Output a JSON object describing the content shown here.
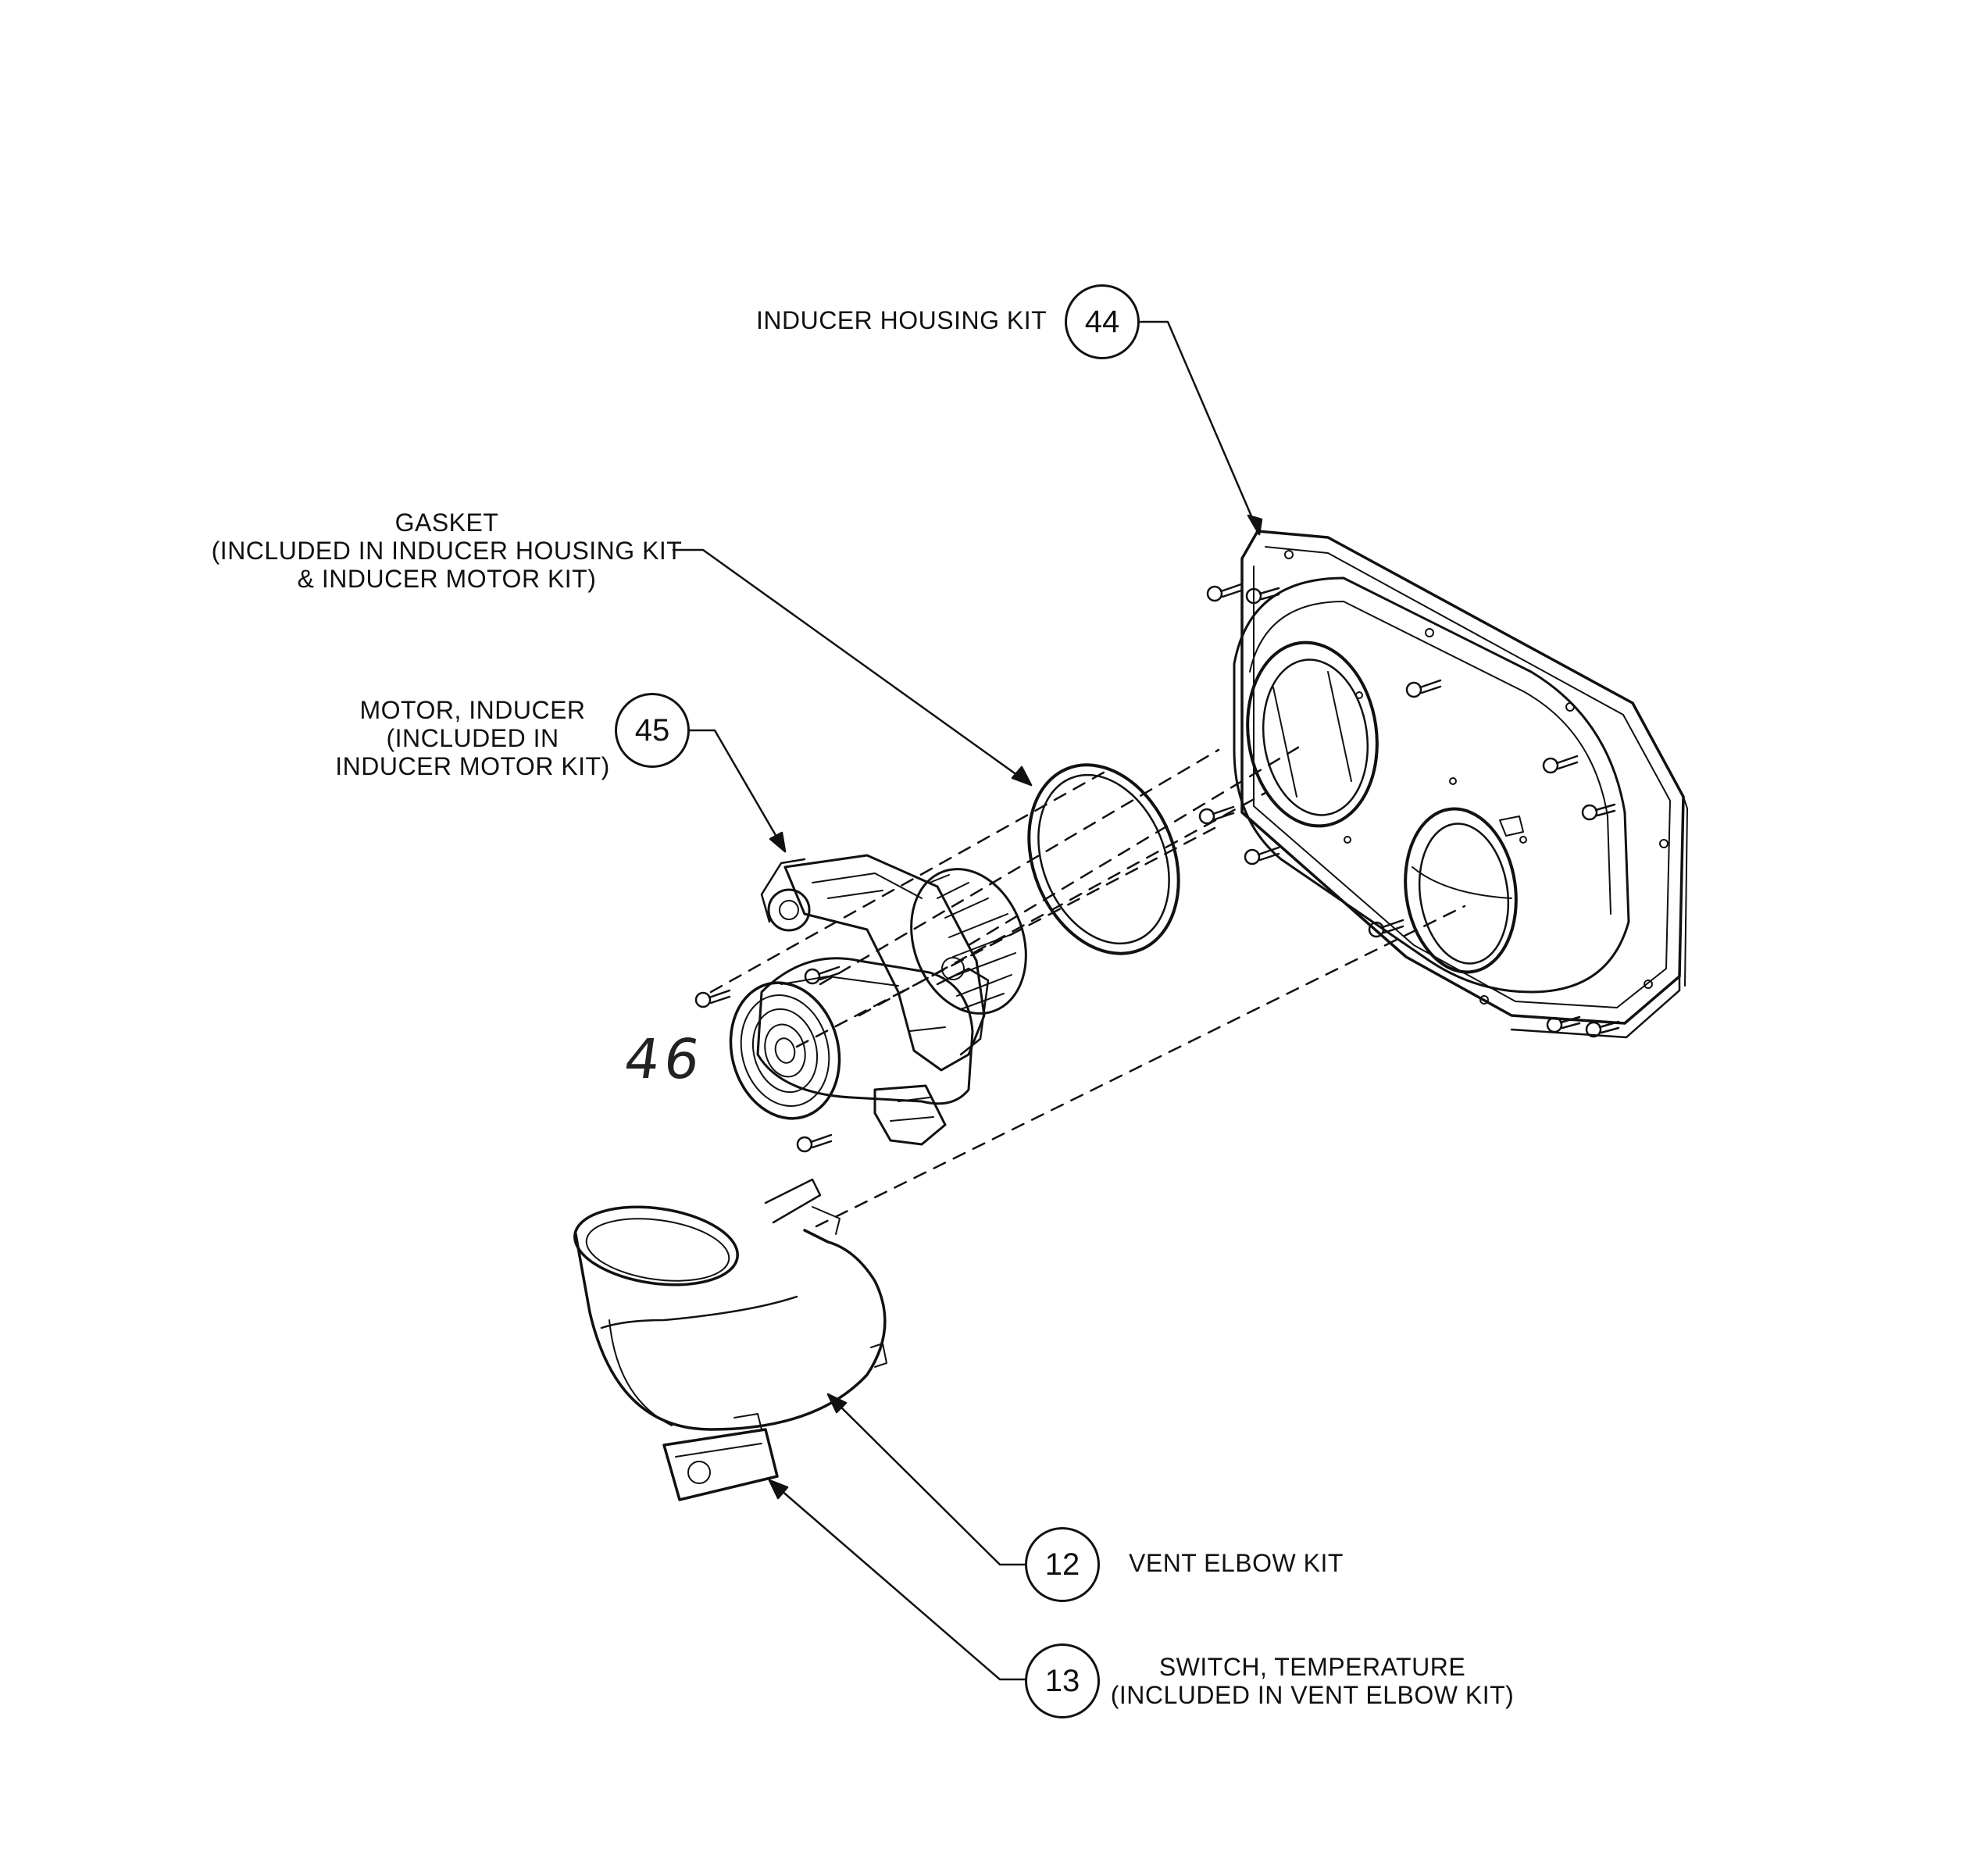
{
  "callouts": {
    "c44": "44",
    "c45": "45",
    "c12": "12",
    "c13": "13"
  },
  "labels": {
    "inducer_housing_kit": "INDUCER HOUSING KIT",
    "gasket_line1": "GASKET",
    "gasket_line2": "(INCLUDED IN INDUCER HOUSING KIT",
    "gasket_line3": "& INDUCER MOTOR KIT)",
    "motor_line1": "MOTOR, INDUCER",
    "motor_line2": "(INCLUDED IN",
    "motor_line3": "INDUCER MOTOR KIT)",
    "vent_elbow_kit": "VENT ELBOW KIT",
    "switch_line1": "SWITCH, TEMPERATURE",
    "switch_line2": "(INCLUDED IN VENT ELBOW KIT)"
  },
  "handwritten": {
    "part_46": "46"
  }
}
